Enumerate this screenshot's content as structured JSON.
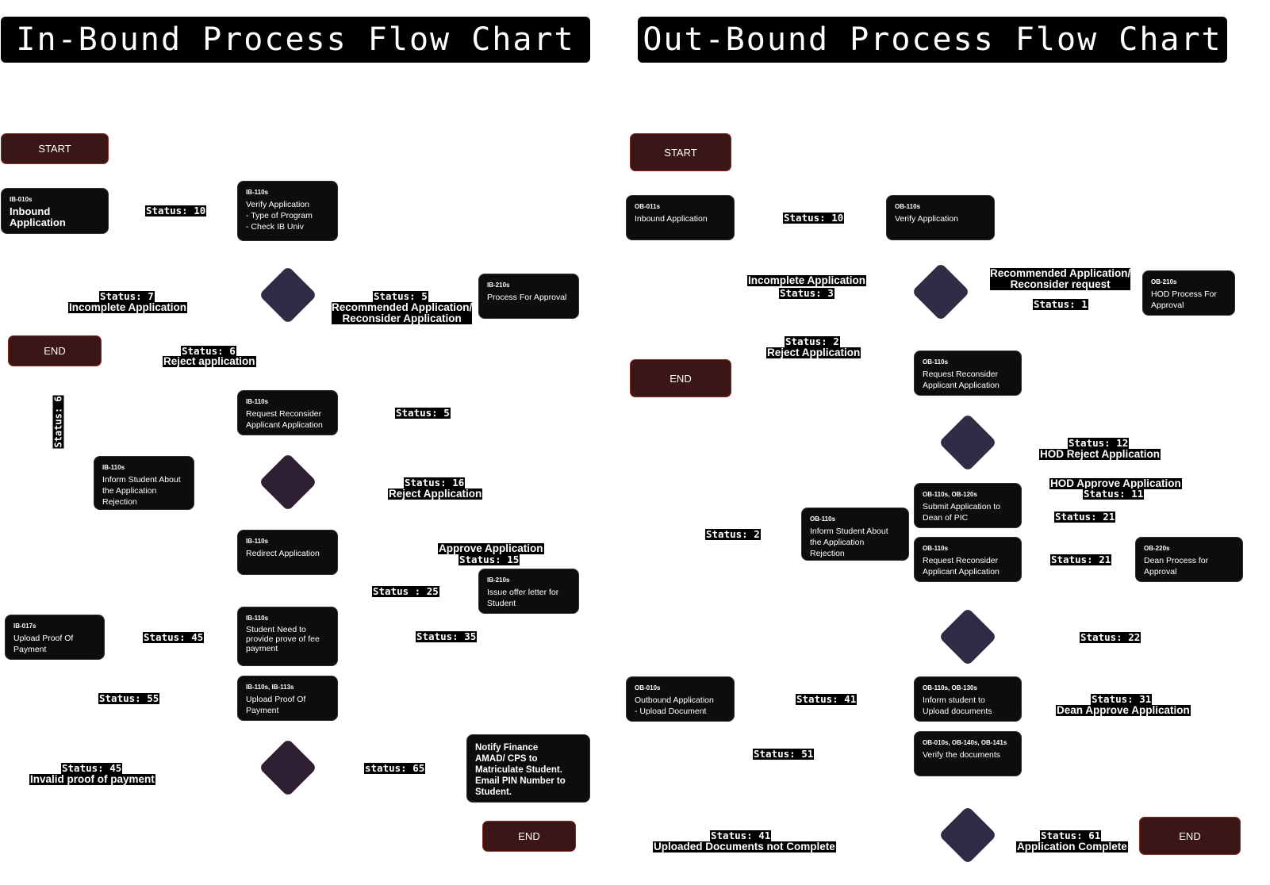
{
  "titles": {
    "inbound": "In-Bound Process Flow Chart",
    "outbound": "Out-Bound Process Flow Chart"
  },
  "inbound": {
    "start": "START",
    "end1": "END",
    "end2": "END",
    "boxes": {
      "ib010": {
        "code": "IB-010s",
        "text": "Inbound\nApplication"
      },
      "ib110_verify": {
        "code": "IB-110s",
        "text": "Verify Application\n- Type of Program\n- Check IB Univ"
      },
      "ib210_approval": {
        "code": "IB-210s",
        "text": "Process For Approval"
      },
      "ib110_reconsider": {
        "code": "IB-110s",
        "text": "Request Reconsider\nApplicant Application"
      },
      "ib110_inform": {
        "code": "IB-110s",
        "text": "Inform Student About\nthe Application\nRejection"
      },
      "ib110_redirect": {
        "code": "IB-110s",
        "text": "Redirect Application"
      },
      "ib210_offer": {
        "code": "IB-210s",
        "text": "Issue offer letter for\nStudent"
      },
      "ib017_upload": {
        "code": "IB-017s",
        "text": "Upload Proof Of\nPayment"
      },
      "ib110_fee": {
        "code": "IB-110s",
        "text": "Student Need to\nprovide prove of fee\npayment"
      },
      "ib113_upload": {
        "code": "IB-110s, IB-113s",
        "text": "Upload Proof Of\nPayment"
      },
      "notify": {
        "text": "Notify Finance\nAMAD/ CPS to\nMatriculate Student.\nEmail PIN Number to\nStudent."
      }
    },
    "labels": {
      "s10": "Status: 10",
      "s7": "Status: 7",
      "s7_text": "Incomplete Application",
      "s5": "Status: 5",
      "s5_text": "Recommended Application/\nReconsider Application",
      "s6": "Status: 6",
      "s6_text": "Reject application",
      "s6_vertical": "Status: 6",
      "s5b": "Status: 5",
      "s16": "Status: 16",
      "s16_text": "Reject Application",
      "approve_text": "Approve Application",
      "s15": "Status: 15",
      "s25": "Status : 25",
      "s45": "Status: 45",
      "s35": "Status: 35",
      "s55": "Status: 55",
      "s45b": "Status: 45",
      "s45b_text": "Invalid proof of payment",
      "s65": "status: 65"
    }
  },
  "outbound": {
    "start": "START",
    "end1": "END",
    "end2": "END",
    "boxes": {
      "ob011": {
        "code": "OB-011s",
        "text": "Inbound Application"
      },
      "ob110_verify": {
        "code": "OB-110s",
        "text": "Verify Application"
      },
      "ob210_hod": {
        "code": "OB-210s",
        "text": "HOD Process For\nApproval"
      },
      "ob110_reconsider1": {
        "code": "OB-110s",
        "text": "Request Reconsider\nApplicant Application"
      },
      "ob110_submit": {
        "code": "OB-110s, OB-120s",
        "text": "Submit Application to\nDean of PIC"
      },
      "ob110_inform": {
        "code": "OB-110s",
        "text": "Inform Student About\nthe Application\nRejection"
      },
      "ob110_reconsider2": {
        "code": "OB-110s",
        "text": "Request Reconsider\nApplicant Application"
      },
      "ob220_dean": {
        "code": "OB-220s",
        "text": "Dean Process for\nApproval"
      },
      "ob010_upload": {
        "code": "OB-010s",
        "text": "Outbound Application\n- Upload Document"
      },
      "ob130_inform": {
        "code": "OB-110s, OB-130s",
        "text": "Inform student to\nUpload documents"
      },
      "ob141_verify": {
        "code": "OB-010s, OB-140s, OB-141s",
        "text": "Verify the documents"
      }
    },
    "labels": {
      "s10": "Status: 10",
      "incomplete_text": "Incomplete Application",
      "s3": "Status: 3",
      "recommended_text": "Recommended Application/\nReconsider request",
      "s1": "Status: 1",
      "s2": "Status: 2",
      "reject_text": "Reject Application",
      "s12": "Status: 12",
      "hod_reject_text": "HOD Reject Application",
      "hod_approve_text": "HOD Approve Application",
      "s11": "Status: 11",
      "s21a": "Status: 21",
      "s2b": "Status: 2",
      "s21b": "Status: 21",
      "s22": "Status: 22",
      "s41": "Status: 41",
      "s31": "Status: 31",
      "dean_approve_text": "Dean Approve Application",
      "s51": "Status: 51",
      "s41b": "Status: 41",
      "docs_incomplete_text": "Uploaded Documents not Complete",
      "s61": "Status: 61",
      "complete_text": "Application Complete"
    }
  },
  "colors": {
    "terminal_fill": "#3a1716",
    "terminal_border": "#8a2b22",
    "process_fill": "#0d0d0d",
    "decision_inbound_a": "#2f2c45",
    "decision_inbound_b": "#2f1f33",
    "decision_outbound": "#2f2c45"
  }
}
